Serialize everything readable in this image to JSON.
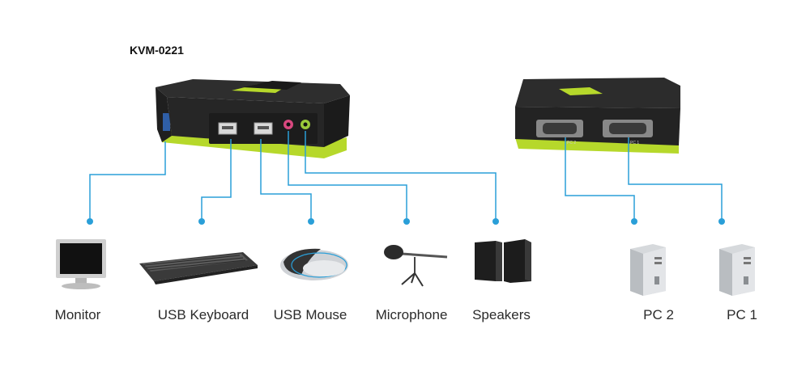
{
  "title": "KVM-0221",
  "devices": [
    {
      "label": "Monitor",
      "icon": "monitor-icon"
    },
    {
      "label": "USB Keyboard",
      "icon": "keyboard-icon"
    },
    {
      "label": "USB Mouse",
      "icon": "mouse-icon"
    },
    {
      "label": "Microphone",
      "icon": "microphone-icon"
    },
    {
      "label": "Speakers",
      "icon": "speakers-icon"
    },
    {
      "label": "PC 2",
      "icon": "computer-tower-icon"
    },
    {
      "label": "PC 1",
      "icon": "computer-tower-icon"
    }
  ],
  "rear_ports": [
    "PC 2",
    "PC 1"
  ],
  "colors": {
    "connector": "#2a9fd8",
    "accent": "#b6d82b",
    "body": "#262626"
  }
}
